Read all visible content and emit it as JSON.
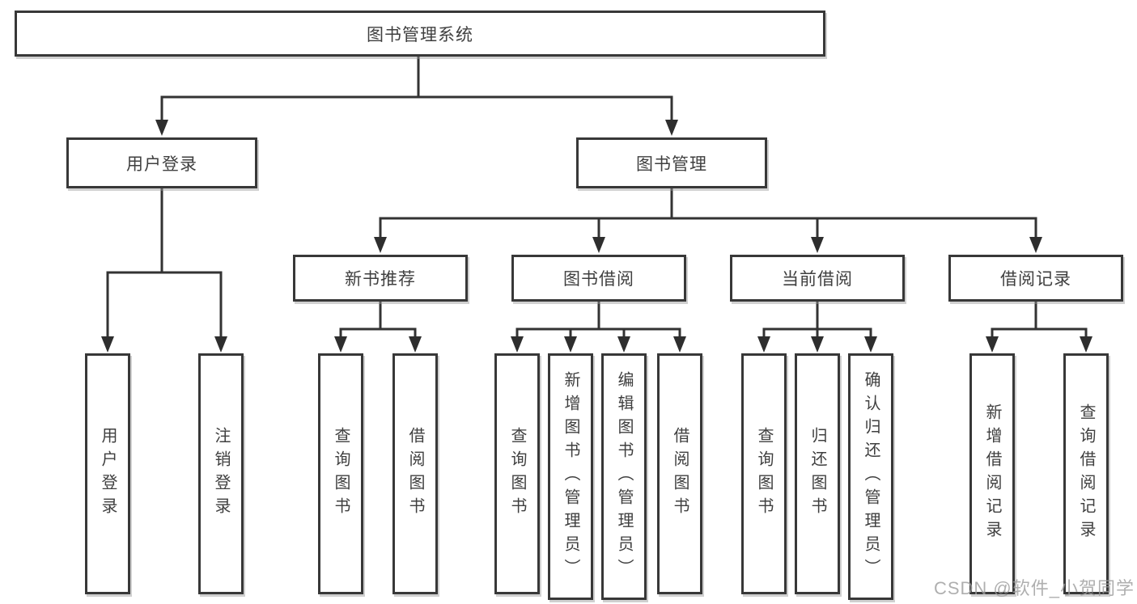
{
  "tree": {
    "root": "图书管理系统",
    "left": {
      "label": "用户登录",
      "children": [
        "用户登录",
        "注销登录"
      ]
    },
    "right": {
      "label": "图书管理",
      "groups": [
        {
          "label": "新书推荐",
          "children": [
            "查询图书",
            "借阅图书"
          ]
        },
        {
          "label": "图书借阅",
          "children": [
            "查询图书",
            "新增图书（管理员）",
            "编辑图书（管理员）",
            "借阅图书"
          ]
        },
        {
          "label": "当前借阅",
          "children": [
            "查询图书",
            "归还图书",
            "确认归还（管理员）"
          ]
        },
        {
          "label": "借阅记录",
          "children": [
            "新增借阅记录",
            "查询借阅记录"
          ]
        }
      ]
    }
  },
  "watermark": "CSDN @软件_小贺同学",
  "colors": {
    "background": "#ffffff",
    "box_border": "#383838",
    "line": "#333333",
    "text": "#3f3f3f",
    "watermark": "#9c9c9c"
  }
}
